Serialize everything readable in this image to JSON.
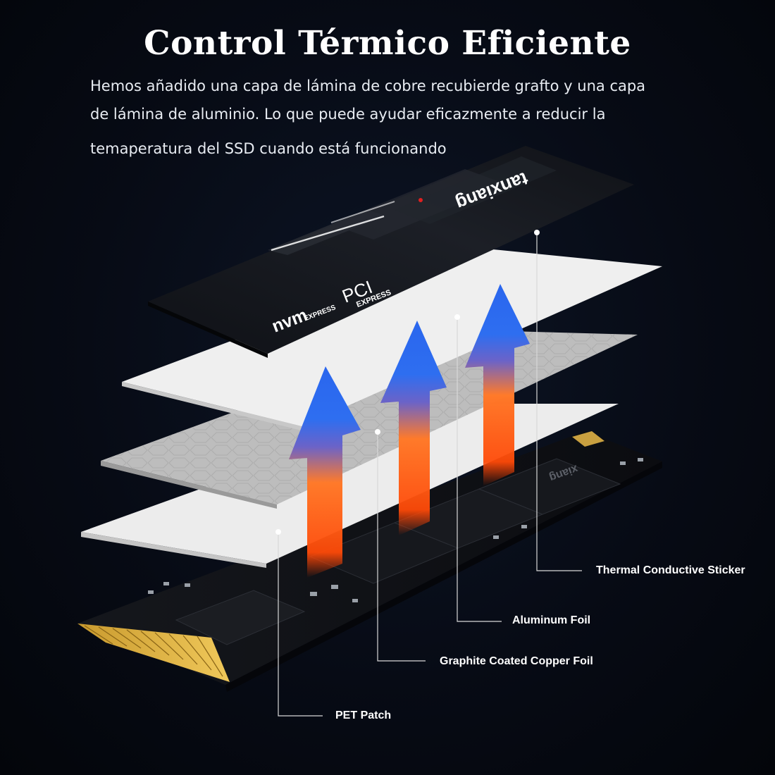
{
  "header": {
    "title": "Control Térmico Eficiente",
    "description_lines": [
      "Hemos añadido una capa de lámina de cobre recubierde grafto y una capa",
      "de lámina de aluminio. Lo que puede ayudar eficazmente a reducir la",
      "temaperatura del SSD cuando está funcionando"
    ]
  },
  "heatsink": {
    "brand": "tanxiang",
    "logo_nvm": "nvm",
    "logo_nvm_sub": "EXPRESS",
    "logo_pci": "PCI",
    "logo_pci_sub": "EXPRESS"
  },
  "pcb": {
    "chip_brand": "xiang"
  },
  "callouts": {
    "thermal_sticker": "Thermal Conductive Sticker",
    "aluminum_foil": "Aluminum Foil",
    "graphite_copper": "Graphite Coated Copper Foil",
    "pet_patch": "PET Patch"
  },
  "colors": {
    "background": "#070b15",
    "arrow_top": "#2e6ef0",
    "arrow_bottom": "#ff5a10",
    "sheet_light": "#eeeeee",
    "sheet_graphite": "#bdbdbd",
    "heatsink": "#121418"
  }
}
